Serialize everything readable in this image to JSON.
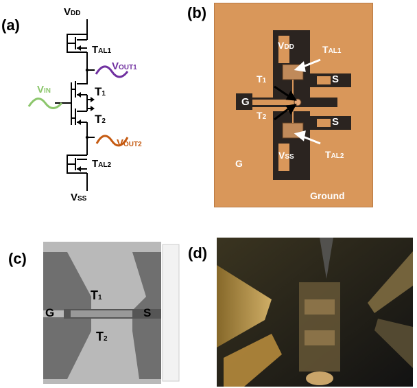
{
  "panels": {
    "a": "(a)",
    "b": "(b)",
    "c": "(c)",
    "d": "(d)"
  },
  "circuit": {
    "vdd": {
      "main": "V",
      "sub": "DD"
    },
    "vss": {
      "main": "V",
      "sub": "SS"
    },
    "tal1": {
      "main": "T",
      "sub": "AL1"
    },
    "tal2": {
      "main": "T",
      "sub": "AL2"
    },
    "t1": {
      "main": "T",
      "sub": "1"
    },
    "t2": {
      "main": "T",
      "sub": "2"
    },
    "vin": {
      "main": "V",
      "sub": "IN"
    },
    "vout1": {
      "main": "V",
      "sub": "OUT1"
    },
    "vout2": {
      "main": "V",
      "sub": "OUT2"
    }
  },
  "chip": {
    "vdd": {
      "main": "V",
      "sub": "DD"
    },
    "vss": {
      "main": "V",
      "sub": "SS"
    },
    "tal1": {
      "main": "T",
      "sub": "AL1"
    },
    "tal2": {
      "main": "T",
      "sub": "AL2"
    },
    "t1": {
      "main": "T",
      "sub": "1"
    },
    "t2": {
      "main": "T",
      "sub": "2"
    },
    "g_pad": "G",
    "s_pad1": "S",
    "s_pad2": "S",
    "g_region": "G",
    "ground": "Ground"
  },
  "sem": {
    "t1": {
      "main": "T",
      "sub": "1"
    },
    "t2": {
      "main": "T",
      "sub": "2"
    },
    "g": "G",
    "s": "S"
  },
  "colors": {
    "vin": "#8cc66c",
    "vout1": "#7030a0",
    "vout2": "#c55a11",
    "chip_bg": "#d9975a",
    "chip_dark": "#2b2420",
    "sem_bg": "#b9b9b9",
    "sem_dark": "#6f6f6f"
  }
}
